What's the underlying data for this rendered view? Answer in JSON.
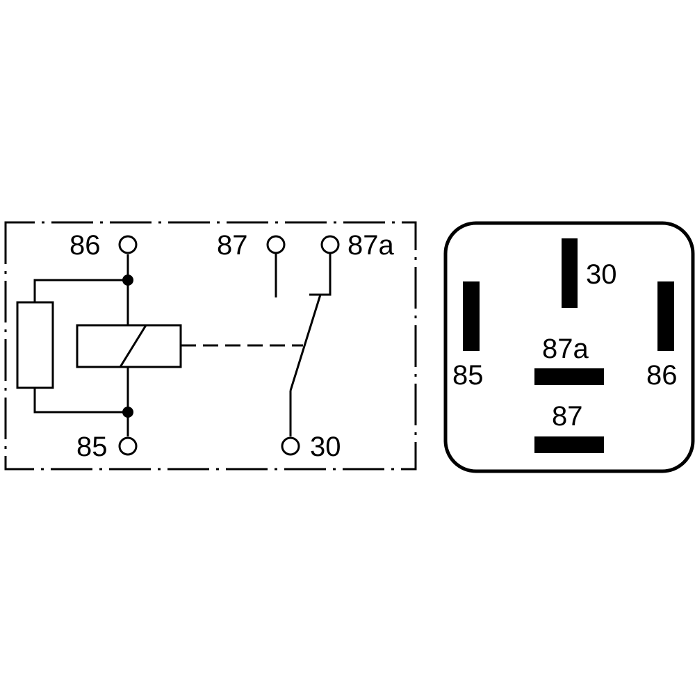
{
  "schematic": {
    "terminal_labels": {
      "t86": "86",
      "t85": "85",
      "t87": "87",
      "t87a": "87a",
      "t30": "30"
    }
  },
  "pinout": {
    "pin_labels": {
      "p30": "30",
      "p85": "85",
      "p86": "86",
      "p87a": "87a",
      "p87": "87"
    }
  },
  "colors": {
    "line": "#000000",
    "background": "#ffffff"
  }
}
